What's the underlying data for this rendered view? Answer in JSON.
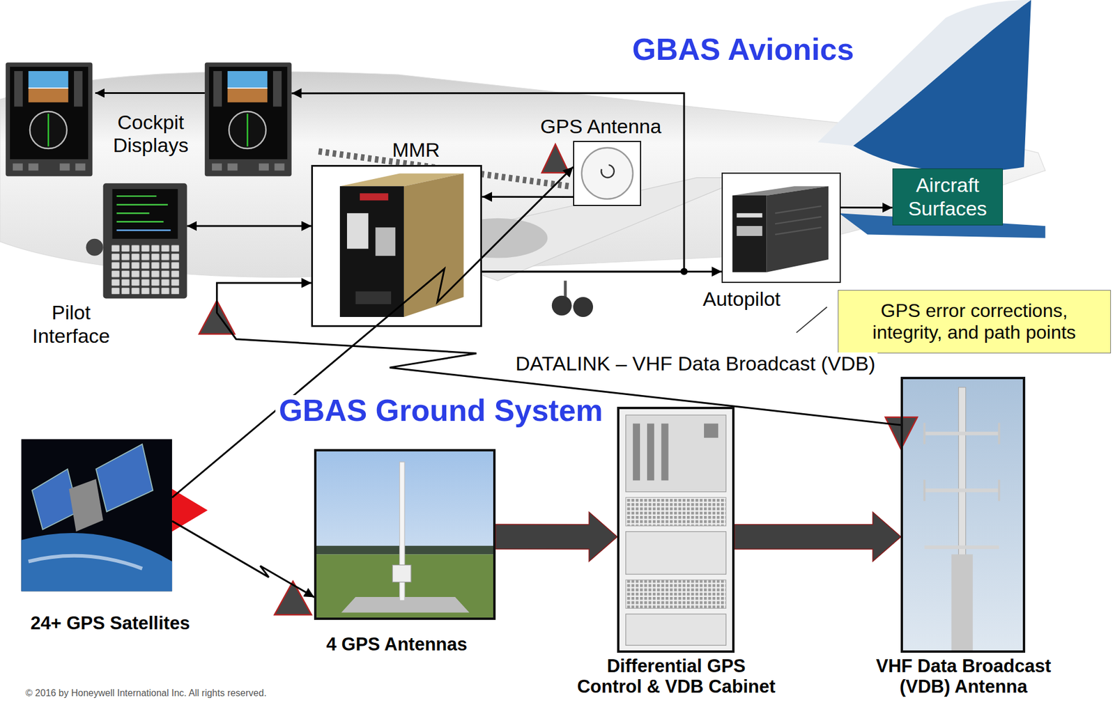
{
  "diagram": {
    "nodes": [
      {
        "text": [
          "Cockpit Displays"
        ]
      },
      {
        "text": [
          "MMR"
        ]
      },
      {
        "text": [
          "GPS Antenna"
        ]
      },
      {
        "text": [
          "Pilot Interface"
        ]
      },
      {
        "text": [
          "Autopilot"
        ]
      },
      {
        "text": [
          "Aircraft Surfaces"
        ]
      },
      {
        "text": [
          "GPS error corrections, integrity, and path points"
        ]
      },
      {
        "text": [
          "24+ GPS Satellites"
        ]
      },
      {
        "text": [
          "4 GPS Antennas"
        ]
      },
      {
        "text": [
          "Differential GPS Control & VDB Cabinet"
        ]
      },
      {
        "text": [
          "VHF Data Broadcast (VDB) Antenna"
        ]
      }
    ],
    "edges": [
      {
        "from": 1,
        "to": 0,
        "arrow": "to"
      },
      {
        "from": 1,
        "to": 4,
        "arrow": "to"
      },
      {
        "from": 4,
        "to": 5,
        "arrow": "to"
      },
      {
        "from": 2,
        "to": 1,
        "arrow": "to"
      },
      {
        "from": 3,
        "to": 1,
        "arrow": "both"
      },
      {
        "from": 7,
        "to": 2,
        "arrow": "to"
      },
      {
        "from": 7,
        "to": 8,
        "arrow": "to"
      },
      {
        "from": 8,
        "to": 9,
        "arrow": "to"
      },
      {
        "from": 9,
        "to": 10,
        "arrow": "to"
      },
      {
        "from": 10,
        "to": 1,
        "arrow": "to",
        "label": "DATALINK – VHF Data Broadcast (VDB)"
      }
    ],
    "labels": [
      "GBAS Avionics",
      "GBAS Ground System",
      "© 2016 by Honeywell International Inc. All rights reserved."
    ]
  }
}
